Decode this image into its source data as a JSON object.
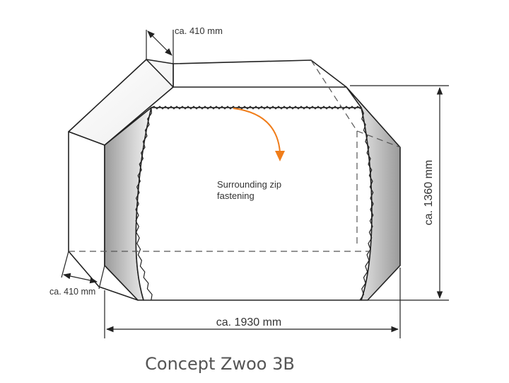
{
  "labels": {
    "top_depth": "ca. 410 mm",
    "left_depth": "ca. 410 mm",
    "width": "ca. 1930 mm",
    "height": "ca. 1360 mm",
    "zip_line1": "Surrounding zip",
    "zip_line2": "fastening"
  },
  "caption": "Concept Zwoo 3B",
  "colors": {
    "outline": "#222222",
    "arrow": "#f07d1a",
    "caption": "#555555",
    "dash": "#555555"
  }
}
